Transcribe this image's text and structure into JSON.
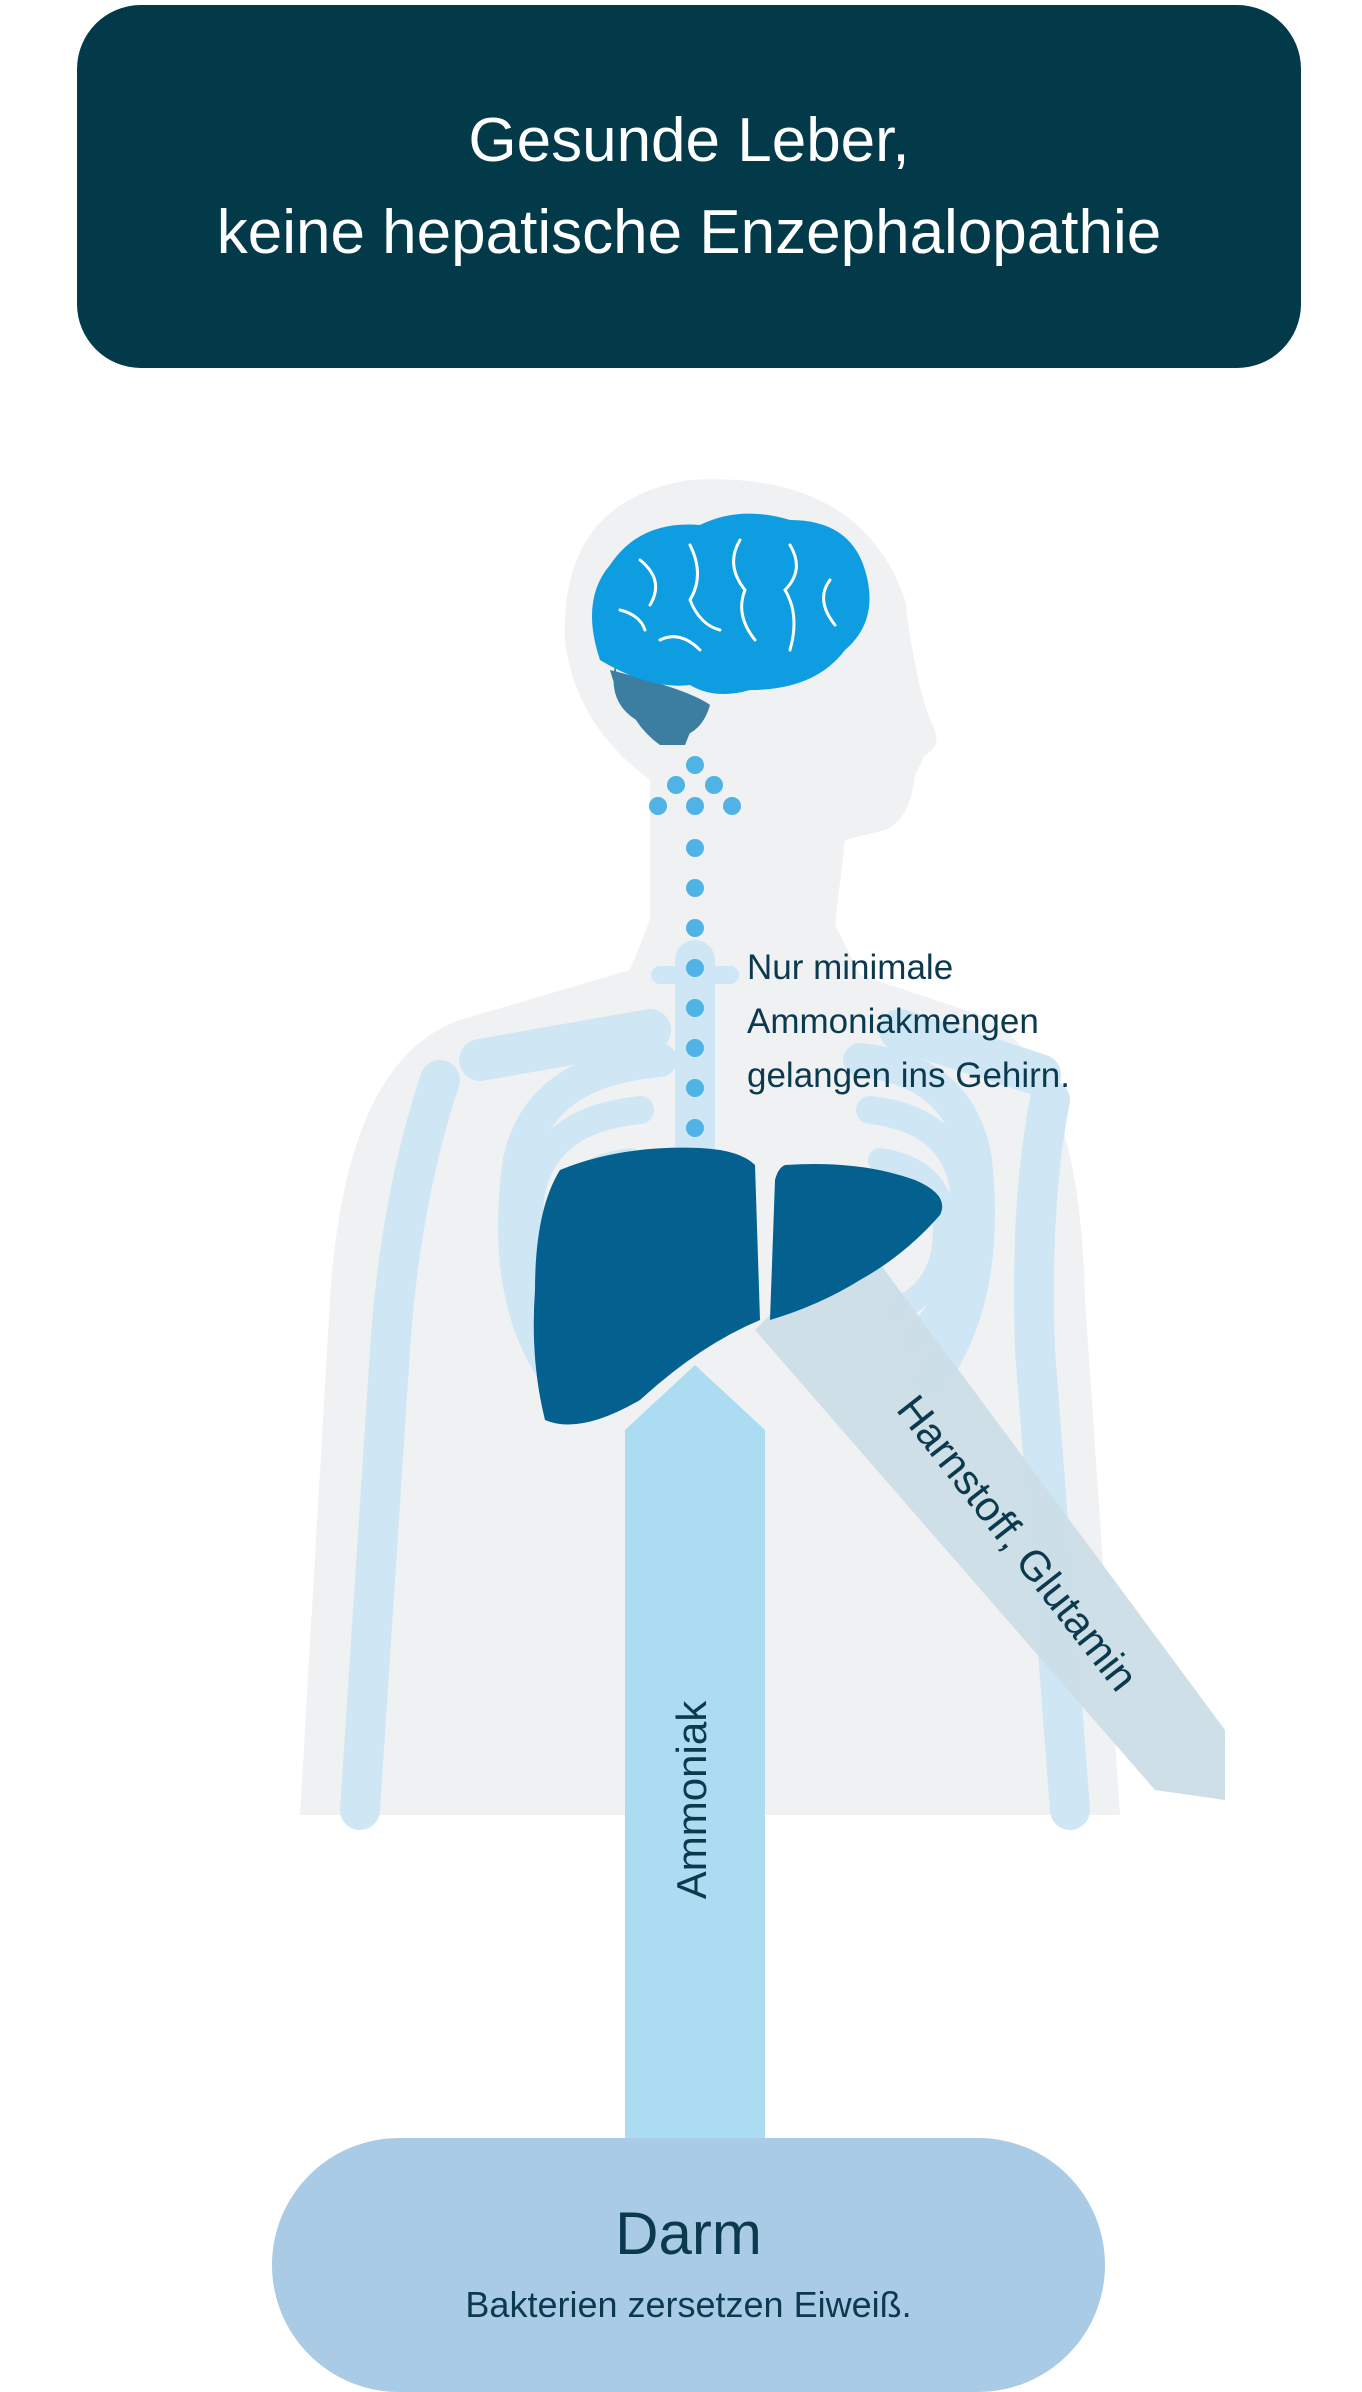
{
  "header": {
    "title_line1": "Gesunde Leber,",
    "title_line2": "keine hepatische Enzephalopathie"
  },
  "caption": {
    "line1": "Nur minimale",
    "line2": "Ammoniakmengen",
    "line3": "gelangen ins Gehirn."
  },
  "flows": {
    "ammonia_label": "Ammoniak",
    "excretion_label": "Harnstoff, Glutamin"
  },
  "gut": {
    "title": "Darm",
    "subtitle": "Bakterien zersetzen Eiweiß."
  },
  "colors": {
    "header_bg": "#023a4a",
    "brain": "#0d9de0",
    "liver": "#04618f",
    "ammonia_arrow": "#acdcf1",
    "excretion_arrow": "#cbdde6",
    "gut_bg": "#a9cbe6",
    "text_dark": "#0b3a4f"
  },
  "icons": [
    "brain-icon",
    "liver-icon",
    "skeleton-icon",
    "body-silhouette-icon"
  ]
}
